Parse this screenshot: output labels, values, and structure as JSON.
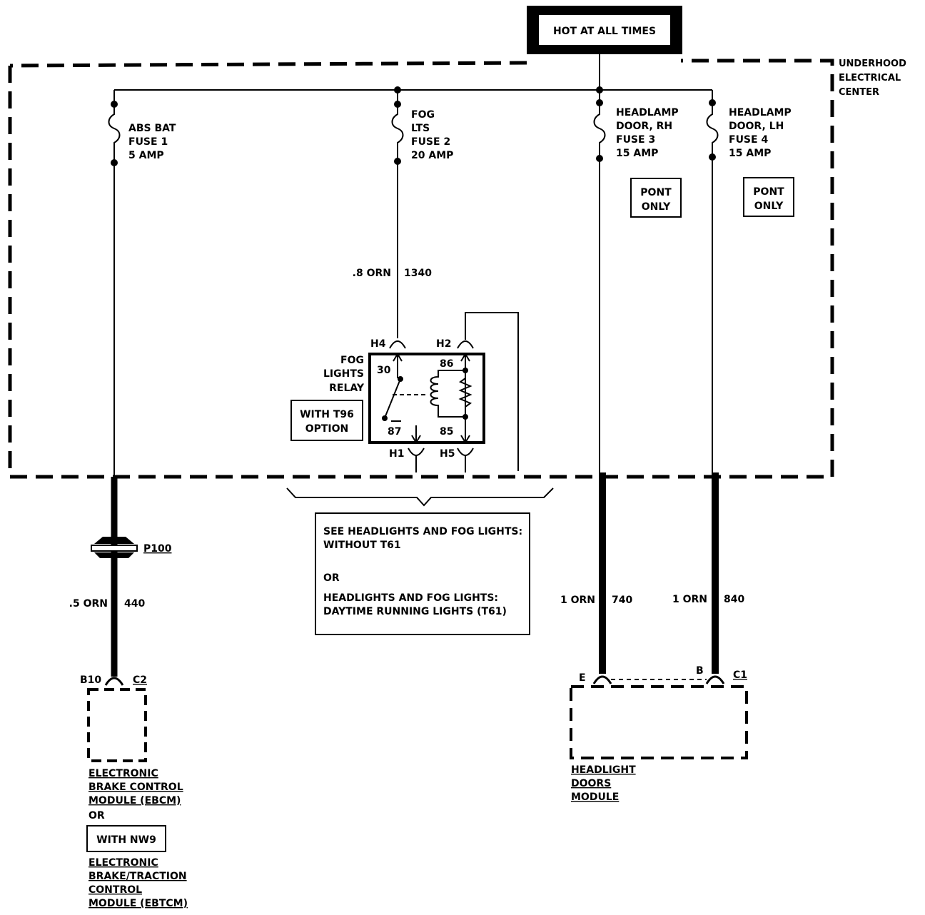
{
  "power_source": "HOT AT ALL TIMES",
  "center_label": [
    "UNDERHOOD",
    "ELECTRICAL",
    "CENTER"
  ],
  "fuses": [
    {
      "lines": [
        "ABS BAT",
        "FUSE 1",
        "5 AMP"
      ]
    },
    {
      "lines": [
        "FOG",
        "LTS",
        "FUSE 2",
        "20 AMP"
      ]
    },
    {
      "lines": [
        "HEADLAMP",
        "DOOR, RH",
        "FUSE 3",
        "15 AMP"
      ]
    },
    {
      "lines": [
        "HEADLAMP",
        "DOOR, LH",
        "FUSE 4",
        "15 AMP"
      ]
    }
  ],
  "pont_only": [
    "PONT",
    "ONLY"
  ],
  "wire_fog": {
    "gauge": ".8 ORN",
    "circuit": "1340"
  },
  "relay": {
    "name": [
      "FOG",
      "LIGHTS",
      "RELAY"
    ],
    "terminals": {
      "t30": "30",
      "t86": "86",
      "t87": "87",
      "t85": "85"
    },
    "connectors": {
      "h4": "H4",
      "h2": "H2",
      "h1": "H1",
      "h5": "H5"
    }
  },
  "option_box": [
    "WITH T96",
    "OPTION"
  ],
  "see_note": [
    "SEE HEADLIGHTS AND FOG LIGHTS:",
    "WITHOUT T61",
    "OR",
    "HEADLIGHTS AND FOG LIGHTS:",
    "DAYTIME RUNNING LIGHTS (T61)"
  ],
  "splice": "P100",
  "wire_abs": {
    "gauge": ".5 ORN",
    "circuit": "440"
  },
  "wire_rh": {
    "gauge": "1 ORN",
    "circuit": "740"
  },
  "wire_lh": {
    "gauge": "1 ORN",
    "circuit": "840"
  },
  "ebcm": {
    "pin": "B10",
    "connector": "C2",
    "name": [
      "ELECTRONIC",
      "BRAKE CONTROL",
      "MODULE (EBCM)"
    ],
    "or": "OR",
    "option": "WITH NW9",
    "alt_name": [
      "ELECTRONIC",
      "BRAKE/TRACTION",
      "CONTROL",
      "MODULE (EBTCM)"
    ]
  },
  "headlight_module": {
    "pin_e": "E",
    "pin_b": "B",
    "connector": "C1",
    "name": [
      "HEADLIGHT",
      "DOORS",
      "MODULE"
    ]
  }
}
